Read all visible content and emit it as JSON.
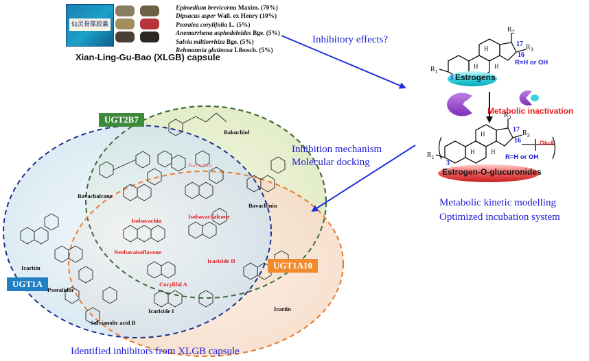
{
  "capsule": {
    "box_label": "仙灵骨葆胶囊",
    "caption": "Xian-Ling-Gu-Bao (XLGB) capsule",
    "ingredients": [
      {
        "latin": "Epimedium brevicornu",
        "rest": " Maxim. (70%)"
      },
      {
        "latin": "Dipsacus asper",
        "rest": " Wall. ex Henry (10%)"
      },
      {
        "latin": "Psoralea corylifolia",
        "rest": " L. (5%)"
      },
      {
        "latin": "Anemarrhena asphodeloides",
        "rest": " Bge. (5%)"
      },
      {
        "latin": "Salvia miltiorrhiza",
        "rest": " Bge. (5%)"
      },
      {
        "latin": "Rehmannia glutinosa",
        "rest": " Libosch. (5%)"
      }
    ]
  },
  "labels": {
    "inhibitory_effects": "Inhibitory effects?",
    "inhibition_mechanism": "Inhibition mechanism",
    "molecular_docking": "Molecular docking",
    "metabolic_kinetic": "Metabolic kinetic modelling",
    "optimized_incubation": "Optimized incubation system",
    "identified_inhibitors": "Identified inhibitors from XLGB capsule"
  },
  "enzymes": {
    "ugt2b7": "UGT2B7",
    "ugt1a": "UGT1A",
    "ugt1a10": "UGT1A10",
    "ugts": "UGTs",
    "metabolic_inactivation": "Metabolic inactivation"
  },
  "estrogen_panel": {
    "estrogens": "Estrogens",
    "glucuronides": "Estrogen-O-glucuronides",
    "r_def": "R=H or OH",
    "glua": "GluA",
    "r1": "R",
    "r1_sub": "1",
    "r2": "R",
    "r2_sub": "2",
    "r3": "R",
    "r3_sub": "3",
    "pos3": "3",
    "pos16": "16",
    "pos17": "17",
    "h": "H"
  },
  "compounds": {
    "bakuchiol": "Bakuchiol",
    "bavachin": "Bavachin",
    "bavachalcone": "Bavachalcone",
    "bavachinin": "Bavachinin",
    "isobavachin": "Isobavachin",
    "isobavachalcone": "Isobavachalcone",
    "neobavaisoflavone": "Neobavaisoflavone",
    "icariside_ii": "Icariside II",
    "corylifol_a": "Corylifol A",
    "icaritin": "Icaritin",
    "psoralidin": "Psoralidin",
    "salvianolic_acid_b": "Salvianolic acid B",
    "icariside_i": "Icariside  I",
    "icariin": "Icariin"
  },
  "colors": {
    "arrow_blue": "#1f2fe0",
    "label_blue": "#1b1bd6",
    "ugt2b7_bg": "#3c8a3a",
    "ugt1a_bg": "#1f7fc3",
    "ugt1a10_bg": "#f08a2c",
    "red": "#e4191c"
  }
}
